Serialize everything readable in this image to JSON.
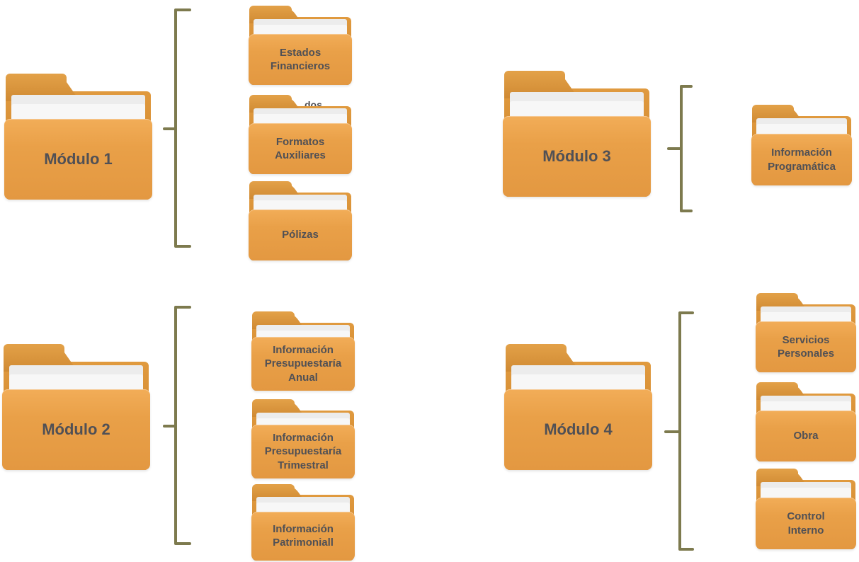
{
  "colors": {
    "bracket": "#7d7a4e",
    "folder_front": "#e9a048",
    "label_text": "#505055"
  },
  "modules": [
    {
      "title": "Módulo 1",
      "items": [
        "Estados\nFinancieros",
        "Formatos\nAuxiliares",
        "Pólizas"
      ],
      "stray_text": "dos"
    },
    {
      "title": "Módulo 2",
      "items": [
        "Información\nPresupuestaría\nAnual",
        "Información\nPresupuestaría\nTrimestral",
        "Información\nPatrimoniall"
      ]
    },
    {
      "title": "Módulo 3",
      "items": [
        "Información\nProgramática"
      ]
    },
    {
      "title": "Módulo 4",
      "items": [
        "Servicios\nPersonales",
        "Obra",
        "Control\nInterno"
      ]
    }
  ]
}
